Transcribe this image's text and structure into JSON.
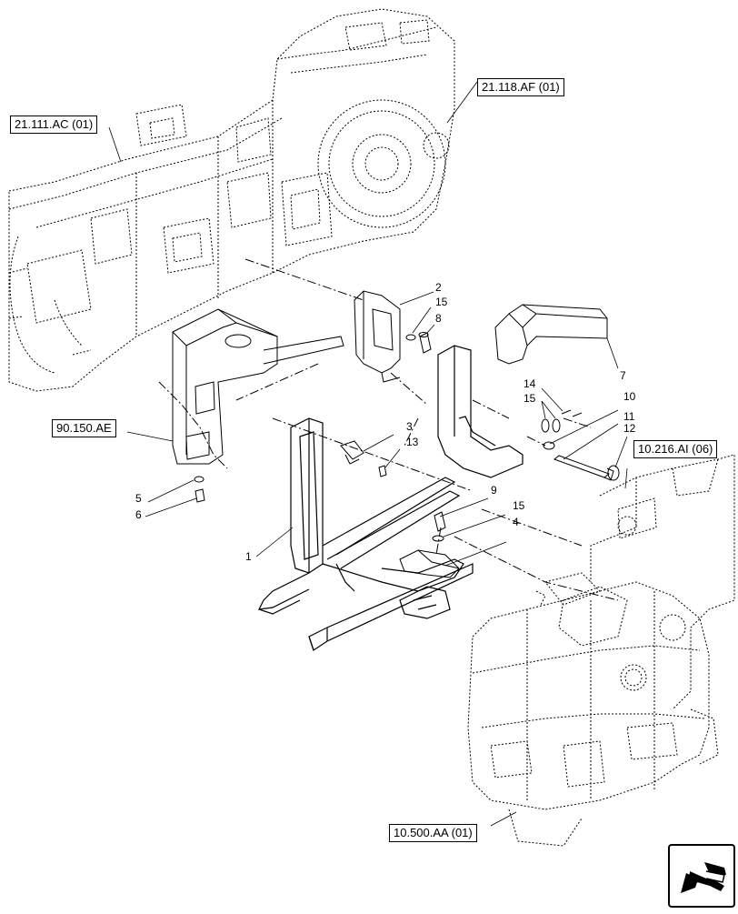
{
  "callouts": {
    "r1": "21.111.AC (01)",
    "r2": "21.118.AF (01)",
    "r3": "90.150.AE",
    "r4": "10.216.AI (06)",
    "r5": "10.500.AA (01)"
  },
  "part_numbers": {
    "p1": "1",
    "p2": "2",
    "p3": "3",
    "p4": "4",
    "p5": "5",
    "p6": "6",
    "p7": "7",
    "p8": "8",
    "p9": "9",
    "p10": "10",
    "p11": "11",
    "p12": "12",
    "p13": "13",
    "p14": "14",
    "p15a": "15",
    "p15b": "15",
    "p15c": "15"
  },
  "icons": {
    "navigation": "arrow-previous-icon"
  }
}
